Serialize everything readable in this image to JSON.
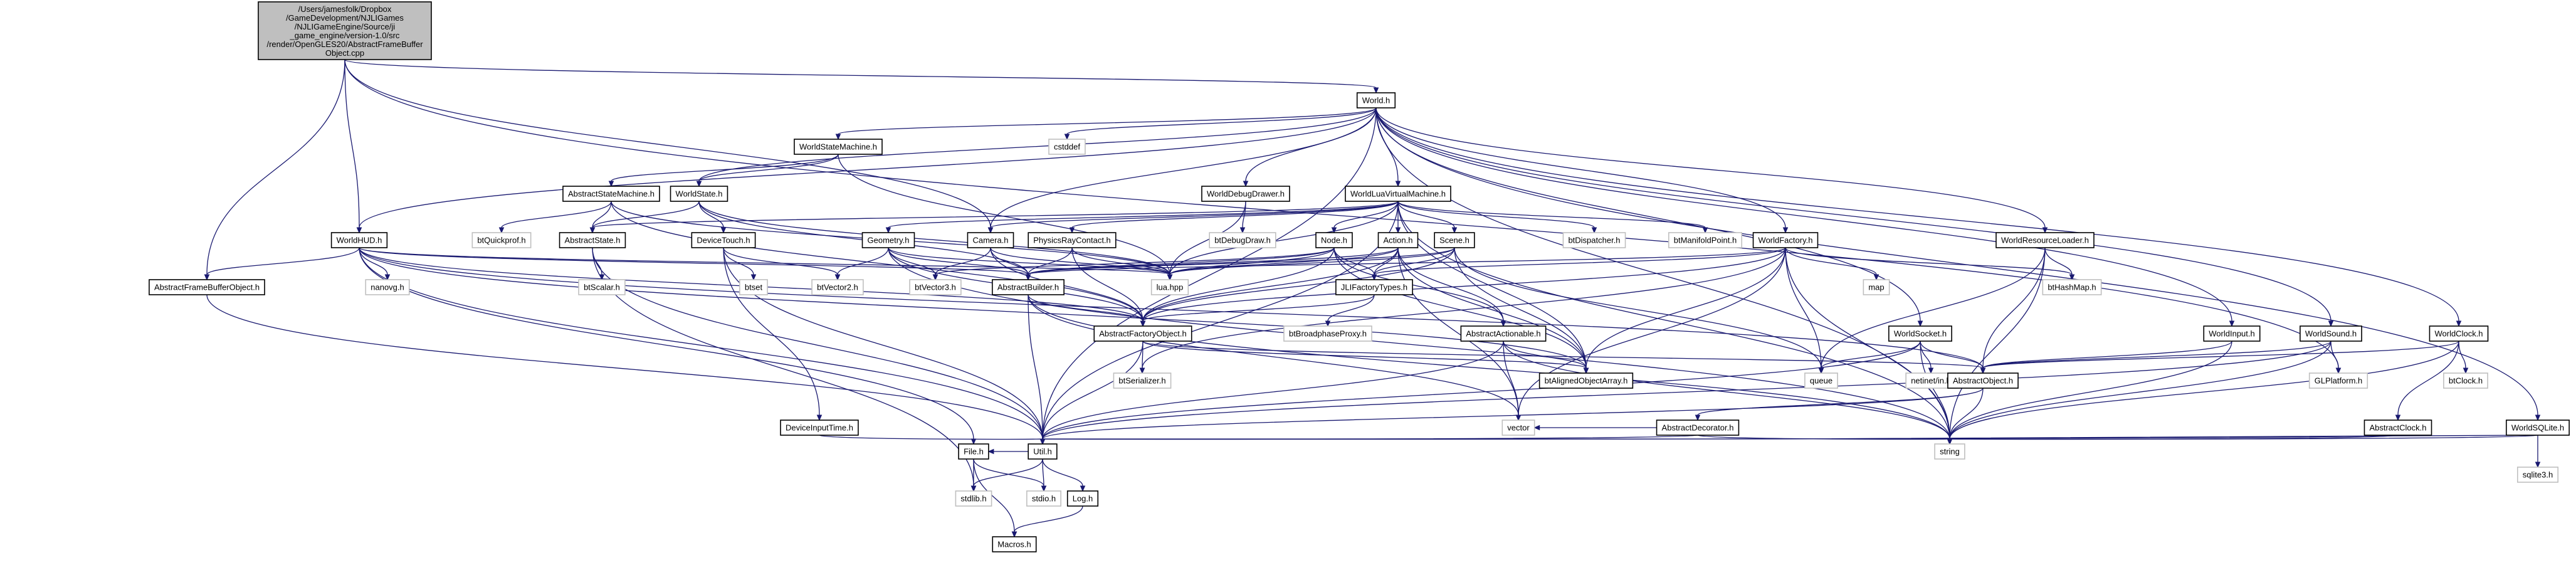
{
  "root": {
    "lines": [
      "/Users/jamesfolk/Dropbox",
      "/GameDevelopment/NJLIGames",
      "/NJLIGameEngine/Source/ji",
      "_game_engine/version-1.0/src",
      "/render/OpenGLES20/AbstractFrameBuffer",
      "Object.cpp"
    ]
  },
  "nodes": [
    {
      "id": "World",
      "label": "World.h",
      "kind": "file"
    },
    {
      "id": "cstddef",
      "label": "cstddef",
      "kind": "ext"
    },
    {
      "id": "WorldStateMachine",
      "label": "WorldStateMachine.h",
      "kind": "file"
    },
    {
      "id": "WorldDebugDrawer",
      "label": "WorldDebugDrawer.h",
      "kind": "file"
    },
    {
      "id": "WorldLuaVirtualMachine",
      "label": "WorldLuaVirtualMachine.h",
      "kind": "file"
    },
    {
      "id": "AbstractStateMachine",
      "label": "AbstractStateMachine.h",
      "kind": "file"
    },
    {
      "id": "WorldState",
      "label": "WorldState.h",
      "kind": "file"
    },
    {
      "id": "WorldHUD",
      "label": "WorldHUD.h",
      "kind": "file"
    },
    {
      "id": "AbstractFrameBufferObject",
      "label": "AbstractFrameBufferObject.h",
      "kind": "file"
    },
    {
      "id": "nanovg",
      "label": "nanovg.h",
      "kind": "ext"
    },
    {
      "id": "btQuickprof",
      "label": "btQuickprof.h",
      "kind": "ext"
    },
    {
      "id": "AbstractState",
      "label": "AbstractState.h",
      "kind": "file"
    },
    {
      "id": "btScalar",
      "label": "btScalar.h",
      "kind": "ext"
    },
    {
      "id": "DeviceTouch",
      "label": "DeviceTouch.h",
      "kind": "file"
    },
    {
      "id": "btset",
      "label": "btset",
      "kind": "ext"
    },
    {
      "id": "Geometry",
      "label": "Geometry.h",
      "kind": "file"
    },
    {
      "id": "Camera",
      "label": "Camera.h",
      "kind": "file"
    },
    {
      "id": "PhysicsRayContact",
      "label": "PhysicsRayContact.h",
      "kind": "file"
    },
    {
      "id": "btDebugDraw",
      "label": "btDebugDraw.h",
      "kind": "ext"
    },
    {
      "id": "Node",
      "label": "Node.h",
      "kind": "file"
    },
    {
      "id": "Action",
      "label": "Action.h",
      "kind": "file"
    },
    {
      "id": "Scene",
      "label": "Scene.h",
      "kind": "file"
    },
    {
      "id": "btDispatcher",
      "label": "btDispatcher.h",
      "kind": "ext"
    },
    {
      "id": "btManifoldPoint",
      "label": "btManifoldPoint.h",
      "kind": "ext"
    },
    {
      "id": "WorldFactory",
      "label": "WorldFactory.h",
      "kind": "file"
    },
    {
      "id": "WorldResourceLoader",
      "label": "WorldResourceLoader.h",
      "kind": "file"
    },
    {
      "id": "btVector2",
      "label": "btVector2.h",
      "kind": "ext"
    },
    {
      "id": "btVector3",
      "label": "btVector3.h",
      "kind": "ext"
    },
    {
      "id": "AbstractBuilder",
      "label": "AbstractBuilder.h",
      "kind": "file"
    },
    {
      "id": "luahpp",
      "label": "lua.hpp",
      "kind": "ext"
    },
    {
      "id": "JLIFactoryTypes",
      "label": "JLIFactoryTypes.h",
      "kind": "file"
    },
    {
      "id": "map",
      "label": "map",
      "kind": "ext"
    },
    {
      "id": "btHashMap",
      "label": "btHashMap.h",
      "kind": "ext"
    },
    {
      "id": "AbstractFactoryObject",
      "label": "AbstractFactoryObject.h",
      "kind": "file"
    },
    {
      "id": "btBroadphaseProxy",
      "label": "btBroadphaseProxy.h",
      "kind": "ext"
    },
    {
      "id": "AbstractActionable",
      "label": "AbstractActionable.h",
      "kind": "file"
    },
    {
      "id": "WorldSocket",
      "label": "WorldSocket.h",
      "kind": "file"
    },
    {
      "id": "WorldInput",
      "label": "WorldInput.h",
      "kind": "file"
    },
    {
      "id": "WorldSound",
      "label": "WorldSound.h",
      "kind": "file"
    },
    {
      "id": "WorldClock",
      "label": "WorldClock.h",
      "kind": "file"
    },
    {
      "id": "btSerializer",
      "label": "btSerializer.h",
      "kind": "ext"
    },
    {
      "id": "btAlignedObjectArray",
      "label": "btAlignedObjectArray.h",
      "kind": "file"
    },
    {
      "id": "queue",
      "label": "queue",
      "kind": "ext"
    },
    {
      "id": "netinet",
      "label": "netinet/in.h",
      "kind": "ext"
    },
    {
      "id": "AbstractObject",
      "label": "AbstractObject.h",
      "kind": "file"
    },
    {
      "id": "GLPlatform",
      "label": "GLPlatform.h",
      "kind": "ext"
    },
    {
      "id": "btClock",
      "label": "btClock.h",
      "kind": "ext"
    },
    {
      "id": "DeviceInputTime",
      "label": "DeviceInputTime.h",
      "kind": "file"
    },
    {
      "id": "AbstractDecorator",
      "label": "AbstractDecorator.h",
      "kind": "file"
    },
    {
      "id": "AbstractClock",
      "label": "AbstractClock.h",
      "kind": "file"
    },
    {
      "id": "WorldSQLite",
      "label": "WorldSQLite.h",
      "kind": "file"
    },
    {
      "id": "vector",
      "label": "vector",
      "kind": "ext"
    },
    {
      "id": "File",
      "label": "File.h",
      "kind": "file"
    },
    {
      "id": "Util",
      "label": "Util.h",
      "kind": "file"
    },
    {
      "id": "string",
      "label": "string",
      "kind": "ext"
    },
    {
      "id": "sqlite3",
      "label": "sqlite3.h",
      "kind": "ext"
    },
    {
      "id": "stdlib",
      "label": "stdlib.h",
      "kind": "ext"
    },
    {
      "id": "stdio",
      "label": "stdio.h",
      "kind": "ext"
    },
    {
      "id": "Log",
      "label": "Log.h",
      "kind": "file"
    },
    {
      "id": "Macros",
      "label": "Macros.h",
      "kind": "file"
    }
  ],
  "edges": [
    [
      "root",
      "World"
    ],
    [
      "root",
      "AbstractFrameBufferObject"
    ],
    [
      "root",
      "WorldHUD"
    ],
    [
      "root",
      "Camera"
    ],
    [
      "root",
      "GLPlatform"
    ],
    [
      "World",
      "cstddef"
    ],
    [
      "World",
      "WorldStateMachine"
    ],
    [
      "World",
      "WorldDebugDrawer"
    ],
    [
      "World",
      "WorldLuaVirtualMachine"
    ],
    [
      "World",
      "WorldState"
    ],
    [
      "World",
      "WorldHUD"
    ],
    [
      "World",
      "Camera"
    ],
    [
      "World",
      "WorldFactory"
    ],
    [
      "World",
      "WorldResourceLoader"
    ],
    [
      "World",
      "WorldSocket"
    ],
    [
      "World",
      "WorldInput"
    ],
    [
      "World",
      "WorldSound"
    ],
    [
      "World",
      "WorldClock"
    ],
    [
      "World",
      "WorldSQLite"
    ],
    [
      "World",
      "Util"
    ],
    [
      "World",
      "string"
    ],
    [
      "WorldStateMachine",
      "AbstractStateMachine"
    ],
    [
      "WorldStateMachine",
      "WorldState"
    ],
    [
      "WorldStateMachine",
      "luahpp"
    ],
    [
      "AbstractStateMachine",
      "btQuickprof"
    ],
    [
      "AbstractStateMachine",
      "AbstractState"
    ],
    [
      "AbstractStateMachine",
      "AbstractFactoryObject"
    ],
    [
      "AbstractStateMachine",
      "luahpp"
    ],
    [
      "WorldState",
      "AbstractState"
    ],
    [
      "WorldState",
      "DeviceTouch"
    ],
    [
      "WorldState",
      "AbstractBuilder"
    ],
    [
      "WorldState",
      "luahpp"
    ],
    [
      "AbstractState",
      "btScalar"
    ],
    [
      "AbstractState",
      "Util"
    ],
    [
      "AbstractState",
      "stdlib"
    ],
    [
      "DeviceTouch",
      "btset"
    ],
    [
      "DeviceTouch",
      "btVector2"
    ],
    [
      "DeviceTouch",
      "DeviceInputTime"
    ],
    [
      "DeviceTouch",
      "Util"
    ],
    [
      "WorldDebugDrawer",
      "btDebugDraw"
    ],
    [
      "WorldDebugDrawer",
      "luahpp"
    ],
    [
      "WorldLuaVirtualMachine",
      "Geometry"
    ],
    [
      "WorldLuaVirtualMachine",
      "Camera"
    ],
    [
      "WorldLuaVirtualMachine",
      "PhysicsRayContact"
    ],
    [
      "WorldLuaVirtualMachine",
      "Node"
    ],
    [
      "WorldLuaVirtualMachine",
      "Action"
    ],
    [
      "WorldLuaVirtualMachine",
      "Scene"
    ],
    [
      "WorldLuaVirtualMachine",
      "btDispatcher"
    ],
    [
      "WorldLuaVirtualMachine",
      "btManifoldPoint"
    ],
    [
      "WorldLuaVirtualMachine",
      "luahpp"
    ],
    [
      "WorldLuaVirtualMachine",
      "AbstractState"
    ],
    [
      "WorldLuaVirtualMachine",
      "string"
    ],
    [
      "WorldLuaVirtualMachine",
      "Util"
    ],
    [
      "WorldLuaVirtualMachine",
      "btAlignedObjectArray"
    ],
    [
      "WorldHUD",
      "AbstractFrameBufferObject"
    ],
    [
      "WorldHUD",
      "nanovg"
    ],
    [
      "WorldHUD",
      "luahpp"
    ],
    [
      "WorldHUD",
      "Util"
    ],
    [
      "WorldHUD",
      "AbstractBuilder"
    ],
    [
      "WorldHUD",
      "AbstractFactoryObject"
    ],
    [
      "WorldHUD",
      "AbstractObject"
    ],
    [
      "WorldHUD",
      "File"
    ],
    [
      "WorldHUD",
      "btAlignedObjectArray"
    ],
    [
      "AbstractFrameBufferObject",
      "Util"
    ],
    [
      "Geometry",
      "btVector2"
    ],
    [
      "Geometry",
      "btVector3"
    ],
    [
      "Geometry",
      "AbstractBuilder"
    ],
    [
      "Geometry",
      "luahpp"
    ],
    [
      "Geometry",
      "AbstractFactoryObject"
    ],
    [
      "Geometry",
      "string"
    ],
    [
      "Camera",
      "btVector3"
    ],
    [
      "Camera",
      "AbstractBuilder"
    ],
    [
      "Camera",
      "luahpp"
    ],
    [
      "Camera",
      "AbstractFactoryObject"
    ],
    [
      "PhysicsRayContact",
      "AbstractBuilder"
    ],
    [
      "PhysicsRayContact",
      "luahpp"
    ],
    [
      "PhysicsRayContact",
      "AbstractFactoryObject"
    ],
    [
      "Node",
      "AbstractBuilder"
    ],
    [
      "Node",
      "luahpp"
    ],
    [
      "Node",
      "JLIFactoryTypes"
    ],
    [
      "Node",
      "AbstractFactoryObject"
    ],
    [
      "Node",
      "btVector3"
    ],
    [
      "Node",
      "AbstractActionable"
    ],
    [
      "Node",
      "btAlignedObjectArray"
    ],
    [
      "Action",
      "AbstractBuilder"
    ],
    [
      "Action",
      "luahpp"
    ],
    [
      "Action",
      "JLIFactoryTypes"
    ],
    [
      "Action",
      "AbstractFactoryObject"
    ],
    [
      "Action",
      "AbstractActionable"
    ],
    [
      "Action",
      "btAlignedObjectArray"
    ],
    [
      "Action",
      "vector"
    ],
    [
      "Scene",
      "AbstractBuilder"
    ],
    [
      "Scene",
      "luahpp"
    ],
    [
      "Scene",
      "JLIFactoryTypes"
    ],
    [
      "Scene",
      "AbstractFactoryObject"
    ],
    [
      "Scene",
      "queue"
    ],
    [
      "Scene",
      "btAlignedObjectArray"
    ],
    [
      "WorldFactory",
      "AbstractBuilder"
    ],
    [
      "WorldFactory",
      "JLIFactoryTypes"
    ],
    [
      "WorldFactory",
      "map"
    ],
    [
      "WorldFactory",
      "btHashMap"
    ],
    [
      "WorldFactory",
      "AbstractFactoryObject"
    ],
    [
      "WorldFactory",
      "string"
    ],
    [
      "WorldFactory",
      "queue"
    ],
    [
      "WorldFactory",
      "btAlignedObjectArray"
    ],
    [
      "WorldFactory",
      "vector"
    ],
    [
      "WorldFactory",
      "btSerializer"
    ],
    [
      "WorldResourceLoader",
      "btHashMap"
    ],
    [
      "WorldResourceLoader",
      "queue"
    ],
    [
      "WorldResourceLoader",
      "AbstractObject"
    ],
    [
      "WorldResourceLoader",
      "string"
    ],
    [
      "AbstractBuilder",
      "AbstractFactoryObject"
    ],
    [
      "AbstractBuilder",
      "Util"
    ],
    [
      "AbstractBuilder",
      "string"
    ],
    [
      "AbstractBuilder",
      "vector"
    ],
    [
      "JLIFactoryTypes",
      "btBroadphaseProxy"
    ],
    [
      "JLIFactoryTypes",
      "AbstractFactoryObject"
    ],
    [
      "AbstractFactoryObject",
      "btSerializer"
    ],
    [
      "AbstractFactoryObject",
      "Util"
    ],
    [
      "AbstractFactoryObject",
      "AbstractObject"
    ],
    [
      "AbstractFactoryObject",
      "btAlignedObjectArray"
    ],
    [
      "AbstractActionable",
      "btAlignedObjectArray"
    ],
    [
      "AbstractActionable",
      "Util"
    ],
    [
      "AbstractActionable",
      "string"
    ],
    [
      "AbstractActionable",
      "vector"
    ],
    [
      "WorldSocket",
      "netinet"
    ],
    [
      "WorldSocket",
      "queue"
    ],
    [
      "WorldSocket",
      "AbstractObject"
    ],
    [
      "WorldSocket",
      "string"
    ],
    [
      "WorldSocket",
      "Util"
    ],
    [
      "WorldInput",
      "AbstractObject"
    ],
    [
      "WorldInput",
      "string"
    ],
    [
      "WorldSound",
      "AbstractObject"
    ],
    [
      "WorldSound",
      "GLPlatform"
    ],
    [
      "WorldSound",
      "string"
    ],
    [
      "WorldSound",
      "Util"
    ],
    [
      "WorldClock",
      "btClock"
    ],
    [
      "WorldClock",
      "AbstractClock"
    ],
    [
      "WorldClock",
      "AbstractObject"
    ],
    [
      "WorldClock",
      "string"
    ],
    [
      "AbstractObject",
      "AbstractDecorator"
    ],
    [
      "AbstractObject",
      "string"
    ],
    [
      "AbstractObject",
      "Util"
    ],
    [
      "AbstractDecorator",
      "Util"
    ],
    [
      "AbstractDecorator",
      "vector"
    ],
    [
      "AbstractDecorator",
      "string"
    ],
    [
      "AbstractClock",
      "Util"
    ],
    [
      "AbstractClock",
      "string"
    ],
    [
      "DeviceInputTime",
      "Util"
    ],
    [
      "WorldSQLite",
      "sqlite3"
    ],
    [
      "WorldSQLite",
      "string"
    ],
    [
      "WorldSQLite",
      "Util"
    ],
    [
      "File",
      "stdlib"
    ],
    [
      "File",
      "stdio"
    ],
    [
      "File",
      "Macros"
    ],
    [
      "Util",
      "stdlib"
    ],
    [
      "Util",
      "stdio"
    ],
    [
      "Util",
      "Log"
    ],
    [
      "Util",
      "File"
    ],
    [
      "Log",
      "Macros"
    ]
  ]
}
